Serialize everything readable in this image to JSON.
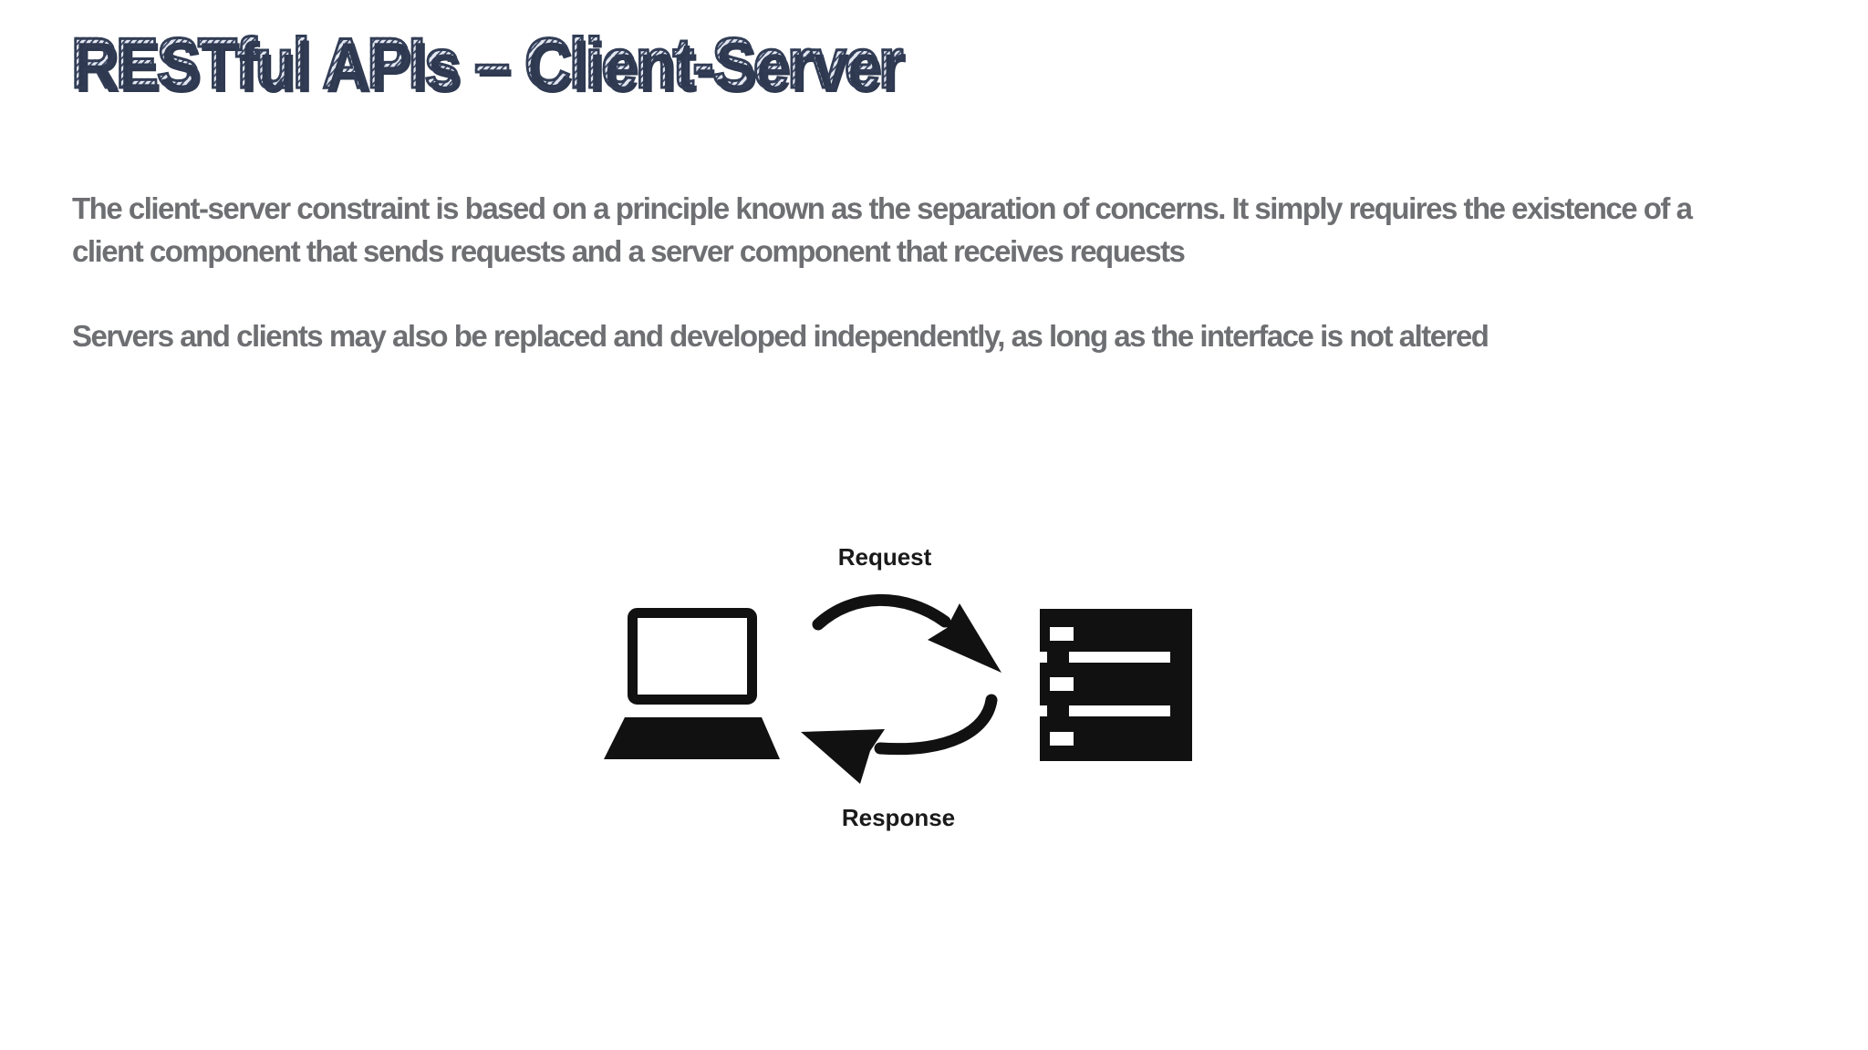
{
  "slide": {
    "title": "RESTful APIs – Client-Server",
    "paragraphs": [
      "The client-server constraint is based on a principle known as the separation of concerns. It simply requires the existence of a client component that sends requests and a server component that receives requests",
      "Servers and clients may also be replaced and developed independently, as long as the interface is not altered"
    ],
    "diagram": {
      "request_label": "Request",
      "response_label": "Response",
      "client_icon": "laptop-icon",
      "server_icon": "server-rack-icon",
      "request_arrow_icon": "curved-arrow-right-icon",
      "response_arrow_icon": "curved-arrow-left-icon"
    },
    "colors": {
      "background": "#ffffff",
      "title_outline": "#323d55",
      "title_fill_light": "#e2e6f0",
      "title_hatch_dark": "#414d69",
      "title_shadow": "#2e3950",
      "body_text": "#6e6f72",
      "diagram_ink": "#111111",
      "label_text": "#1a1a1a"
    }
  }
}
